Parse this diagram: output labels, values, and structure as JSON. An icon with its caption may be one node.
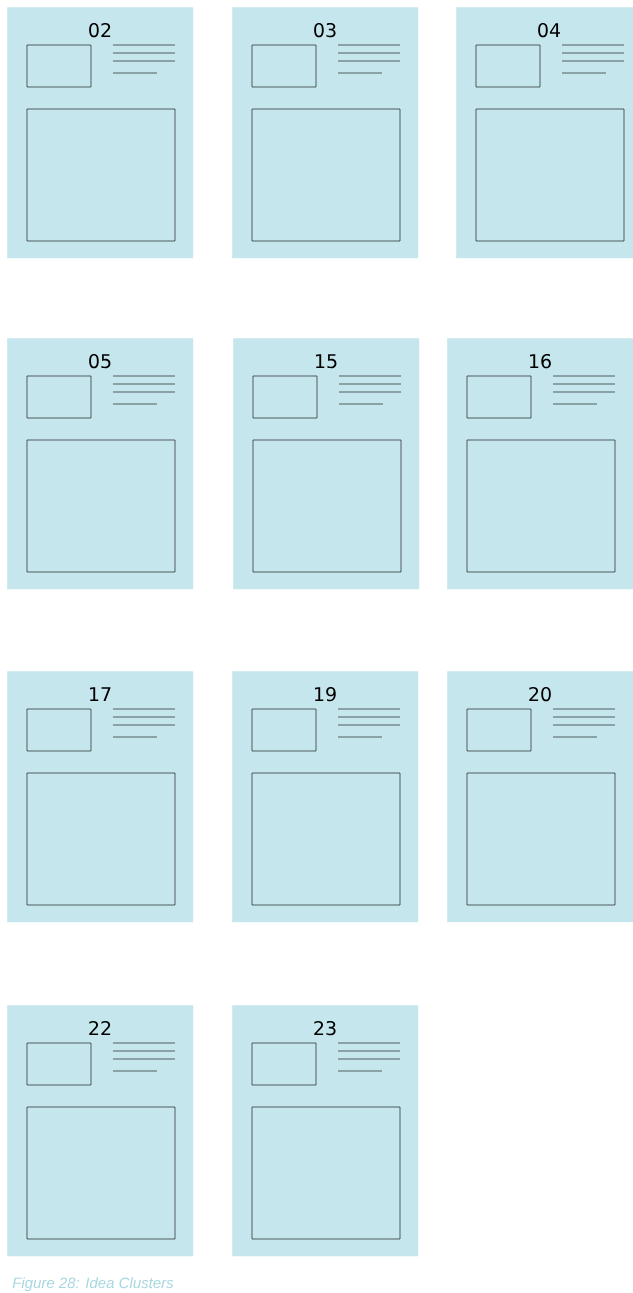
{
  "diagram": {
    "caption": "Figure 28: Idea Clusters",
    "nodes": [
      {
        "text": [
          "02"
        ]
      },
      {
        "text": [
          "03"
        ]
      },
      {
        "text": [
          "04"
        ]
      },
      {
        "text": [
          "05"
        ]
      },
      {
        "text": [
          "15"
        ]
      },
      {
        "text": [
          "16"
        ]
      },
      {
        "text": [
          "17"
        ]
      },
      {
        "text": [
          "19"
        ]
      },
      {
        "text": [
          "20"
        ]
      },
      {
        "text": [
          "22"
        ]
      },
      {
        "text": [
          "23"
        ]
      }
    ]
  }
}
